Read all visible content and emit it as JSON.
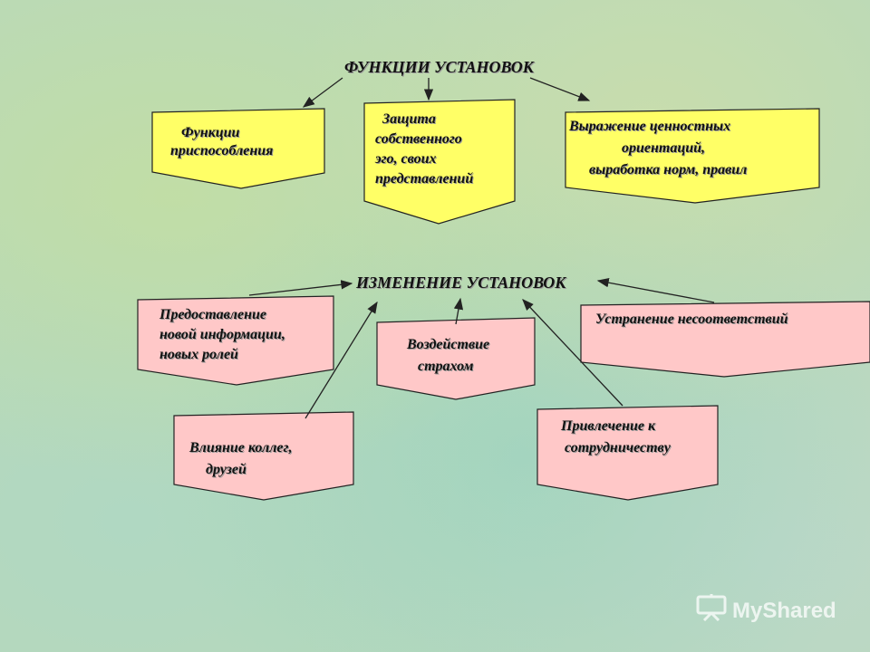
{
  "section1": {
    "title": "ФУНКЦИИ  УСТАНОВОК",
    "boxes": [
      {
        "lines": [
          "Функции",
          "приспособления"
        ]
      },
      {
        "lines": [
          "Защита",
          "собственного",
          "эго, своих",
          "представлений"
        ]
      },
      {
        "lines": [
          "Выражение ценностных",
          "ориентаций,",
          "выработка норм, правил"
        ]
      }
    ]
  },
  "section2": {
    "title": "ИЗМЕНЕНИЕ  УСТАНОВОК",
    "boxes": [
      {
        "lines": [
          "Предоставление",
          "новой информации,",
          "новых ролей"
        ]
      },
      {
        "lines": [
          "Воздействие",
          "страхом"
        ]
      },
      {
        "lines": [
          "Устранение несоответствий"
        ]
      },
      {
        "lines": [
          "Влияние коллег,",
          "друзей"
        ]
      },
      {
        "lines": [
          "Привлечение к",
          "сотрудничеству"
        ]
      }
    ]
  },
  "colors": {
    "yellow_box": "#ffff66",
    "pink_box": "#ffc8c8",
    "stroke": "#222222"
  },
  "watermark": {
    "text": "MyShared",
    "icon": "presentation-board-icon"
  }
}
